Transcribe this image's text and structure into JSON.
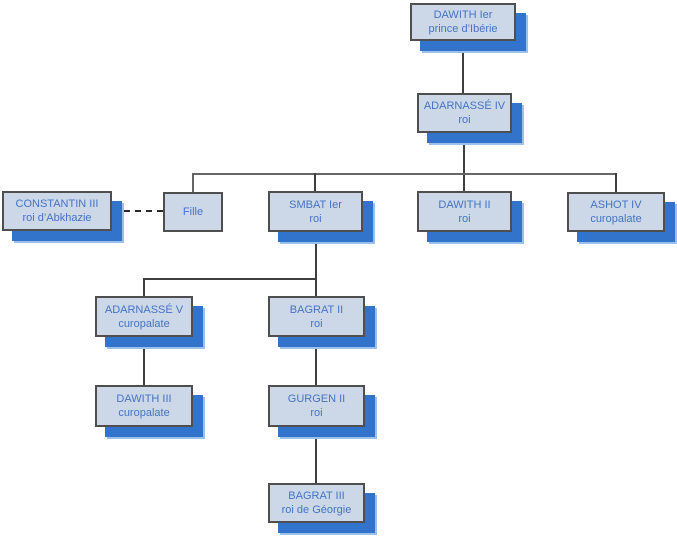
{
  "diagram": {
    "type": "family-tree",
    "colors": {
      "background": "#ffffff",
      "node_fill": "#ccd8e8",
      "node_border": "#4f4f4f",
      "node_shadow": "#3274cb",
      "node_shadow_edge": "#9cc0ec",
      "node_text": "#4573c3",
      "connector_line": "#3f3f3f"
    },
    "nodes": {
      "dawith1": {
        "title": "DAWITH Ier",
        "subtitle": "prince d’Ibérie"
      },
      "adarnasse4": {
        "title": "ADARNASSÉ IV",
        "subtitle": "roi"
      },
      "constantin3": {
        "title": "CONSTANTIN III",
        "subtitle": "roi d’Abkhazie"
      },
      "fille": {
        "title": "Fille"
      },
      "smbat1": {
        "title": "SMBAT Ier",
        "subtitle": "roi"
      },
      "dawith2": {
        "title": "DAWITH II",
        "subtitle": "roi"
      },
      "ashot4": {
        "title": "ASHOT IV",
        "subtitle": "curopalate"
      },
      "adarnasse5": {
        "title": "ADARNASSÉ V",
        "subtitle": "curopalate"
      },
      "bagrat2": {
        "title": "BAGRAT II",
        "subtitle": "roi"
      },
      "dawith3": {
        "title": "DAWITH III",
        "subtitle": "curopalate"
      },
      "gurgen2": {
        "title": "GURGEN II",
        "subtitle": "roi"
      },
      "bagrat3": {
        "title": "BAGRAT III",
        "subtitle": "roi de Géorgie"
      }
    },
    "edges": [
      {
        "from": "dawith1",
        "to": "adarnasse4",
        "style": "solid"
      },
      {
        "from": "adarnasse4",
        "to": "fille",
        "style": "solid"
      },
      {
        "from": "adarnasse4",
        "to": "smbat1",
        "style": "solid"
      },
      {
        "from": "adarnasse4",
        "to": "dawith2",
        "style": "solid"
      },
      {
        "from": "adarnasse4",
        "to": "ashot4",
        "style": "solid"
      },
      {
        "from": "constantin3",
        "to": "fille",
        "style": "dashed"
      },
      {
        "from": "smbat1",
        "to": "adarnasse5",
        "style": "solid"
      },
      {
        "from": "smbat1",
        "to": "bagrat2",
        "style": "solid"
      },
      {
        "from": "adarnasse5",
        "to": "dawith3",
        "style": "solid"
      },
      {
        "from": "bagrat2",
        "to": "gurgen2",
        "style": "solid"
      },
      {
        "from": "gurgen2",
        "to": "bagrat3",
        "style": "solid"
      }
    ]
  }
}
